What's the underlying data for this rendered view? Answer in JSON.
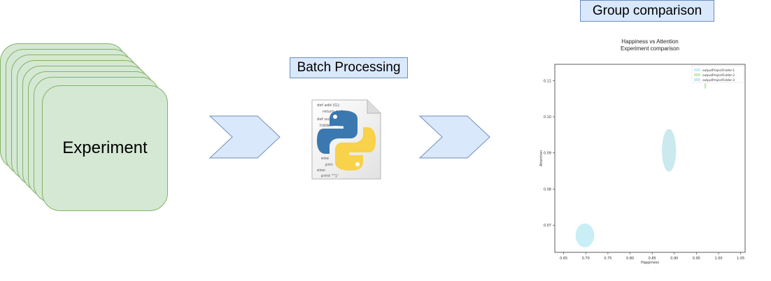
{
  "experiment": {
    "label": "Experiment"
  },
  "batch": {
    "label": "Batch Processing"
  },
  "group": {
    "label": "Group comparison"
  },
  "script_icon": {
    "icon": "python-script-icon",
    "code_lines": [
      "def add (G):",
      "return a+b",
      "def out",
      "hidden = max",
      "else",
      "prin",
      "else:",
      "print \"\"]:'"
    ]
  },
  "colors": {
    "card_fill": "#d5e8d4",
    "card_border": "#82b366",
    "label_fill": "#dae8fc",
    "label_border": "#6c8ebf",
    "arrow_fill": "#dae8fc",
    "arrow_border": "#6c8ebf"
  },
  "chart_data": {
    "type": "scatter",
    "title": "Happiness vs Attention",
    "subtitle": "Experiment comparison",
    "xlabel": "Happiness",
    "ylabel": "Attention",
    "xlim": [
      0.63,
      1.06
    ],
    "ylim": [
      0.0625,
      0.1145
    ],
    "xticks": [
      "0.65",
      "0.70",
      "0.75",
      "0.80",
      "0.85",
      "0.90",
      "0.95",
      "1.00",
      "1.05"
    ],
    "yticks": [
      "0.07",
      "0.08",
      "0.09",
      "0.10",
      "0.11"
    ],
    "legend_position": "top-right",
    "series": [
      {
        "name": "outputProjectFolder-1",
        "color": "#c9eef6",
        "x": 0.698,
        "y": 0.0672,
        "x_spread": 0.021,
        "y_spread": 0.0033
      },
      {
        "name": "outputProjectFolder-2",
        "color": "#cfe9bd",
        "x": 0.97,
        "y": 0.1085,
        "x_spread": 0.0025,
        "y_spread": 0.0008
      },
      {
        "name": "outputProjectFolder-3",
        "color": "#cbe9ef",
        "x": 0.888,
        "y": 0.0907,
        "x_spread": 0.016,
        "y_spread": 0.0059
      }
    ]
  }
}
